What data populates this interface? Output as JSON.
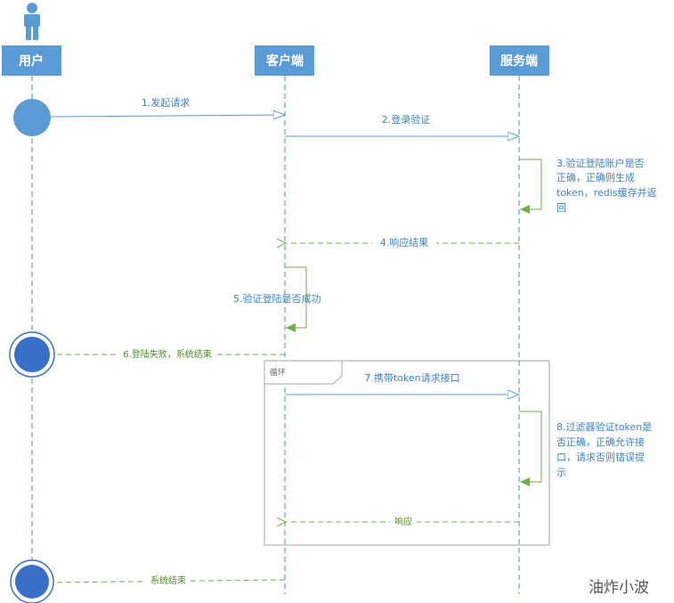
{
  "participants": {
    "user": "用户",
    "client": "客户端",
    "server": "服务端"
  },
  "messages": {
    "m1": "1.发起请求",
    "m2": "2.登录验证",
    "m3": [
      "3.验证登陆账户是否",
      "正确，正确则生成",
      "token，redis缓存并返",
      "回"
    ],
    "m4": "4.响应结果",
    "m5": "5.验证登陆是否成功",
    "m6": "6.登陆失败，系统结束",
    "m7": "7.携带token请求接口",
    "m8": [
      "8.过滤器验证token是",
      "否正确，正确允许接",
      "口，请求否则错误提",
      "示"
    ],
    "m9": "响应",
    "m10": "系统结束"
  },
  "loop_label": "循环",
  "watermark": "油炸小波",
  "colors": {
    "header_fill": "#5b9bd5",
    "lifeline": "#6fa6d8",
    "sync_arrow": "#5b9bd5",
    "return_arrow": "#70ad47",
    "self_call": "#70ad47",
    "start_circle": "#5b9bd5",
    "end_circle": "#3a6fc8",
    "loop_border": "#a6a6a6"
  }
}
